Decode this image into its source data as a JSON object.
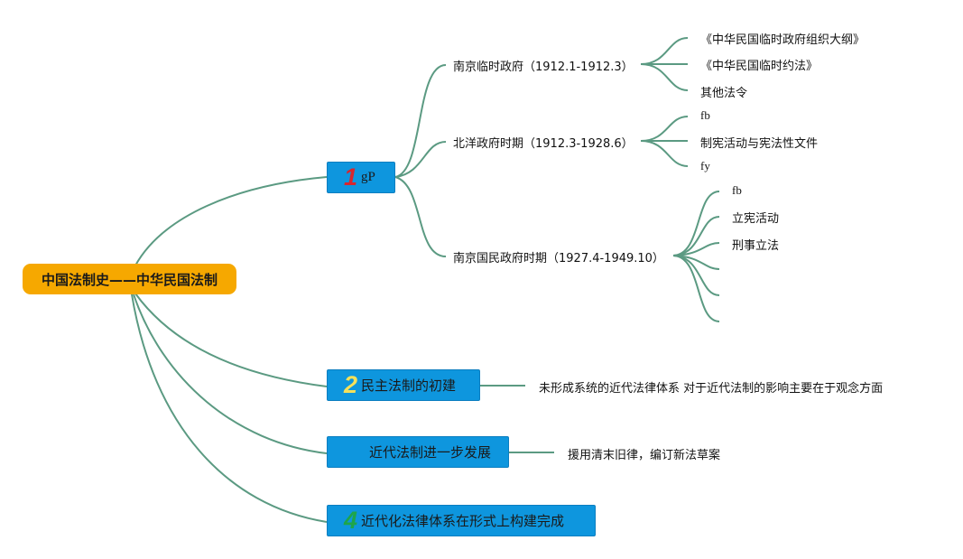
{
  "root": {
    "label": "中国法制史——中华民国法制"
  },
  "topics": [
    {
      "number": "1",
      "label": "gP"
    },
    {
      "number": "2",
      "label": "民主法制的初建"
    },
    {
      "number": "",
      "label": "近代法制进一步发展"
    },
    {
      "number": "4",
      "label": "近代化法律体系在形式上构建完成"
    }
  ],
  "branch1": {
    "periods": [
      {
        "label": "南京临时政府（1912.1-1912.3）",
        "items": [
          "《中华民国临时政府组织大纲》",
          "《中华民国临时约法》",
          "其他法令"
        ]
      },
      {
        "label": "北洋政府时期（1912.3-1928.6）",
        "items": [
          "fb",
          "制宪活动与宪法性文件",
          "fy"
        ]
      },
      {
        "label": "南京国民政府时期（1927.4-1949.10）",
        "items": [
          "fb",
          "立宪活动",
          "刑事立法",
          "",
          "",
          ""
        ]
      }
    ]
  },
  "branch2": {
    "note": "未形成系统的近代法律体系 对于近代法制的影响主要在于观念方面"
  },
  "branch3": {
    "note": "援用清末旧律，编订新法草案"
  },
  "colors": {
    "connector": "#5b9a82",
    "root_fill": "#f6a800",
    "topic_fill": "#0e96de"
  }
}
